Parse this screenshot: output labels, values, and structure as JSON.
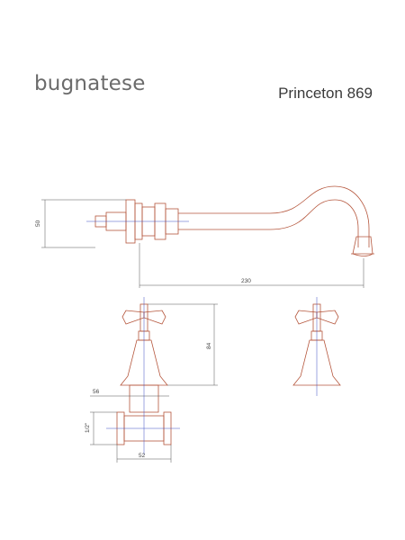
{
  "header": {
    "brand": "bugnatese",
    "model": "Princeton 869"
  },
  "dimensions": {
    "spout_height": "50",
    "spout_length": "230",
    "handle_height": "84",
    "body_width": "56",
    "thread_size": "1/2\"",
    "nut_width": "52"
  },
  "colors": {
    "outline": "#b5563c",
    "dimension": "#555555",
    "centerline": "#3a4fc4"
  }
}
